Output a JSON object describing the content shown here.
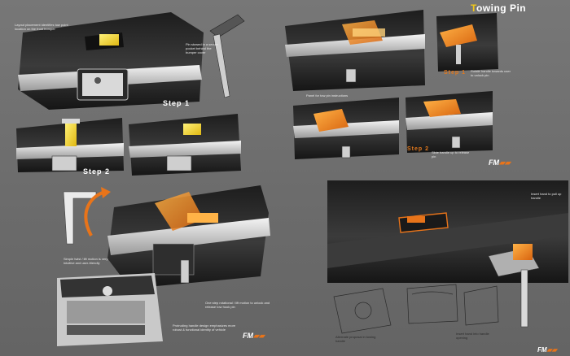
{
  "title": {
    "first_letter": "T",
    "rest": "owing Pin"
  },
  "brand": {
    "fm": "FM",
    "mark": "▰▰"
  },
  "steps": {
    "step1_left": "Step 1",
    "step2_left": "Step 2",
    "step1_right": "Step 1",
    "step2_right": "Step 2"
  },
  "notes": {
    "top_left_small": "Layout placement identifies tow point location on the front bumper",
    "pin_callout": "Pin stowed in a secure pocket behind the bumper cover",
    "panel_for_tow_pin": "Panel for tow pin instructions",
    "rotate_handle": "Rotate handle towards user to unlock pin",
    "slide_handle": "Slide handle up to release pin",
    "simple_twist": "Simple twist / lift motion is very intuitive and user-friendly",
    "one_step": "One step rotational / lift motion to unlock and release tow hook pin",
    "protruding": "Protruding handle design emphasizes more robust & functional identity of vehicle",
    "insert_hand": "Insert hand to pull up handle",
    "alternate": "Alternate proposal in towing handle",
    "insert_into": "Insert hand into handle opening"
  },
  "colors": {
    "background": "#6f6f6f",
    "accent_orange": "#e8741a",
    "accent_yellow": "#f0c81a"
  }
}
